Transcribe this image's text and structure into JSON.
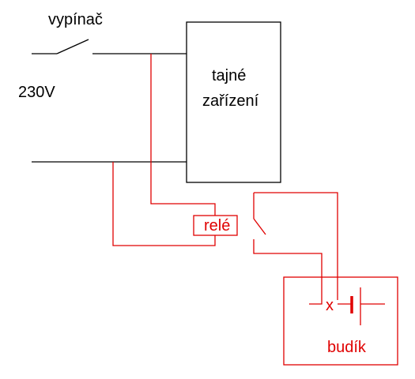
{
  "labels": {
    "switch": "vypínač",
    "voltage": "230V",
    "device_line1": "tajné",
    "device_line2": "zařízení",
    "relay": "relé",
    "junction": "x",
    "alarm": "budík"
  },
  "colors": {
    "mains_wire": "#000000",
    "signal_wire": "#e00000",
    "background": "#ffffff"
  }
}
